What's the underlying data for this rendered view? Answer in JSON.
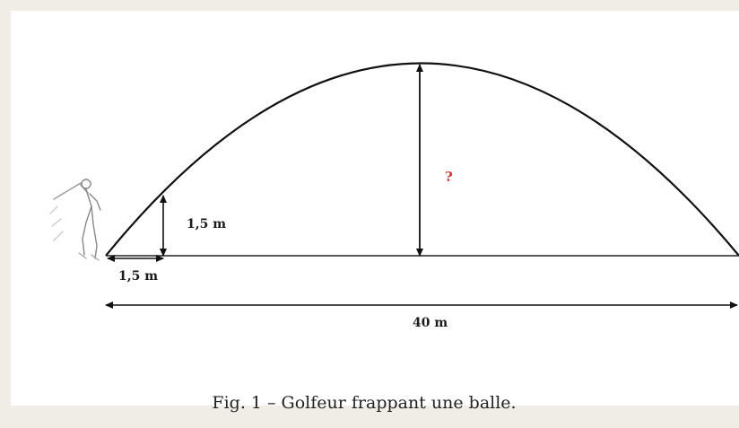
{
  "diagram": {
    "label_small_height": "1,5 m",
    "label_small_width": "1,5 m",
    "label_max_height": "?",
    "label_total_width": "40 m",
    "question_color": "#e0302a",
    "golfer_icon": "golfer-illustration"
  },
  "caption": "Fig. 1 – Golfeur frappant une balle."
}
